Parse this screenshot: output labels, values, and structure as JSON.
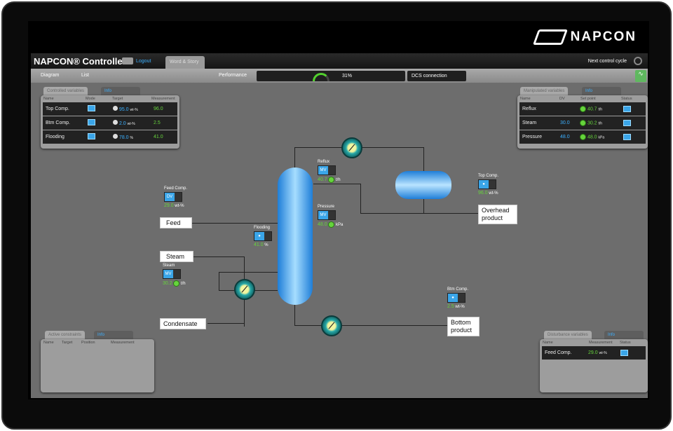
{
  "brand": "NAPCON",
  "header": {
    "title": "NAPCON® Controller",
    "logout": "Logout",
    "tab": "Word & Story",
    "next_cycle": "Next control cycle"
  },
  "subbar": {
    "diagram": "Diagram",
    "list": "List",
    "performance_label": "Performance",
    "performance_value": "31%",
    "performance_fraction": 0.31,
    "dcs": "DCS connection"
  },
  "cv_panel": {
    "tabs": [
      "Controlled variables",
      "Info"
    ],
    "headers": [
      "Name",
      "Mode",
      "Target",
      "Measurement"
    ],
    "rows": [
      {
        "name": "Top Comp.",
        "target": "95.0",
        "unit": "wt-%",
        "measurement": "96.0"
      },
      {
        "name": "Btm Comp.",
        "target": "2.0",
        "unit": "wt-%",
        "measurement": "2.5"
      },
      {
        "name": "Flooding",
        "target": "78.0",
        "unit": "%",
        "measurement": "41.0"
      }
    ]
  },
  "mv_panel": {
    "tabs": [
      "Manipulated variables",
      "Info"
    ],
    "headers": [
      "Name",
      "DV",
      "Set point",
      "Status"
    ],
    "rows": [
      {
        "name": "Reflux",
        "dv": "",
        "setpoint": "40.7",
        "unit": "t/h"
      },
      {
        "name": "Steam",
        "dv": "30.0",
        "setpoint": "30.2",
        "unit": "t/h"
      },
      {
        "name": "Pressure",
        "dv": "48.0",
        "setpoint": "48.0",
        "unit": "kPa"
      }
    ]
  },
  "diagram": {
    "feed_comp": {
      "label": "Feed Comp.",
      "tag": "DV",
      "value": "29.0",
      "unit": "wt-%"
    },
    "reflux": {
      "label": "Reflux",
      "tag": "MV",
      "value": "40.7",
      "unit": "t/h"
    },
    "pressure": {
      "label": "Pressure",
      "tag": "MV",
      "value": "48.0",
      "unit": "kPa"
    },
    "flooding": {
      "label": "Flooding",
      "value": "41.0",
      "unit": "%"
    },
    "steam_ctl": {
      "label": "Steam",
      "tag": "MV",
      "value": "30.2",
      "unit": "t/h"
    },
    "top_comp": {
      "label": "Top Comp.",
      "value": "96.0",
      "unit": "wt-%"
    },
    "btm_comp": {
      "label": "Btm Comp.",
      "value": "2.5",
      "unit": "wt-%"
    },
    "streams": {
      "feed": "Feed",
      "steam": "Steam",
      "condensate": "Condensate",
      "overhead": "Overhead product",
      "bottom": "Bottom product"
    }
  },
  "constraints_panel": {
    "tabs": [
      "Active constraints",
      "Info"
    ],
    "headers": [
      "Name",
      "Target",
      "Position",
      "Measurement"
    ]
  },
  "dist_panel": {
    "tabs": [
      "Disturbance variables",
      "Info"
    ],
    "headers": [
      "Name",
      "Measurement",
      "Status"
    ],
    "rows": [
      {
        "name": "Feed Comp.",
        "measurement": "29.0",
        "unit": "wt-%"
      }
    ]
  }
}
